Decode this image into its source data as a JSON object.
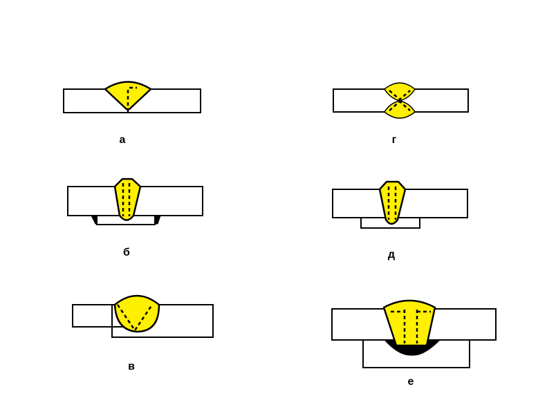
{
  "labels": {
    "a": "а",
    "b": "б",
    "v": "в",
    "g": "г",
    "d": "д",
    "e": "е"
  },
  "colors": {
    "weld_fill": "#ffef00",
    "outline": "#000000",
    "background": "#ffffff"
  }
}
